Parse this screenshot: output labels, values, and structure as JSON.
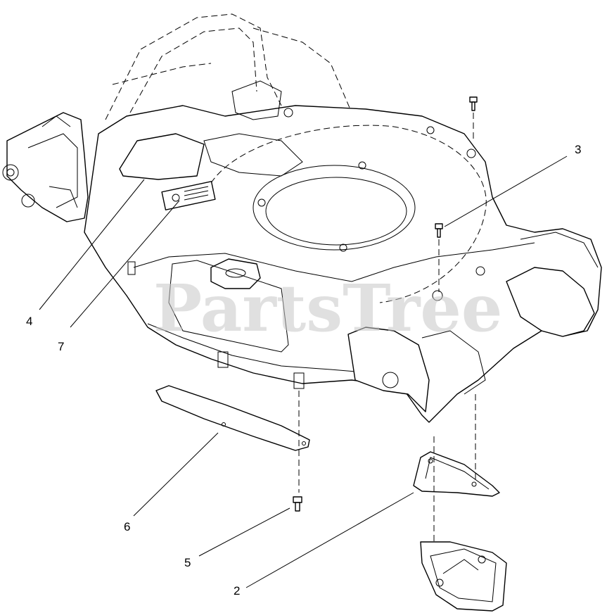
{
  "watermark": "PartsTree",
  "callouts": [
    {
      "id": "2",
      "label": "2"
    },
    {
      "id": "3",
      "label": "3"
    },
    {
      "id": "4",
      "label": "4"
    },
    {
      "id": "5",
      "label": "5"
    },
    {
      "id": "6",
      "label": "6"
    },
    {
      "id": "7",
      "label": "7"
    }
  ],
  "colors": {
    "line": "#000000",
    "background": "#ffffff",
    "watermark": "#c8c8c8"
  }
}
